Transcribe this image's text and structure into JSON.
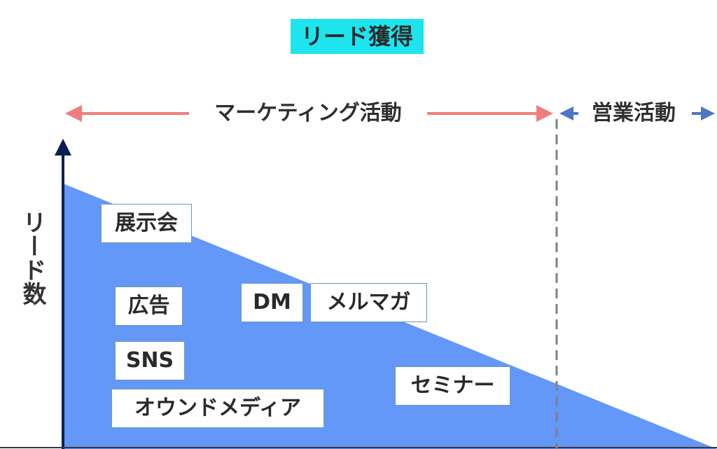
{
  "title": "リード獲得",
  "phases": {
    "marketing": "マーケティング活動",
    "sales": "営業活動"
  },
  "y_axis_label": "リード数",
  "channels": {
    "exhibition": "展示会",
    "advertising": "広告",
    "dm": "DM",
    "newsletter": "メルマガ",
    "sns": "SNS",
    "seminar": "セミナー",
    "owned_media": "オウンドメディア"
  },
  "colors": {
    "title_bg": "#1ee4ee",
    "marketing_arrow": "#f07d7d",
    "sales_arrow": "#4a78c4",
    "area_fill": "#6397f8",
    "axis": "#0b1f55",
    "divider": "#808080"
  }
}
